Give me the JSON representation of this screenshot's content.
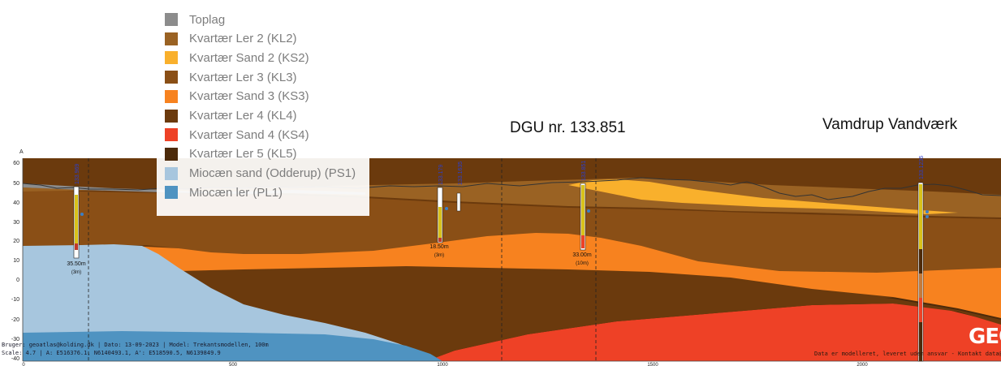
{
  "legend": [
    {
      "label": "Toplag",
      "color": "#8c8c8c"
    },
    {
      "label": "Kvartær Ler 2 (KL2)",
      "color": "#9a6223"
    },
    {
      "label": "Kvartær Sand 2 (KS2)",
      "color": "#f9b02c"
    },
    {
      "label": "Kvartær Ler 3 (KL3)",
      "color": "#8a4f16"
    },
    {
      "label": "Kvartær Sand 3 (KS3)",
      "color": "#f7821f"
    },
    {
      "label": "Kvartær Ler 4 (KL4)",
      "color": "#6b3a0d"
    },
    {
      "label": "Kvartær Sand 4 (KS4)",
      "color": "#ee4126"
    },
    {
      "label": "Kvartær Ler 5 (KL5)",
      "color": "#4c2a0a"
    },
    {
      "label": "Miocæn sand (Odderup) (PS1)",
      "color": "#a7c6de"
    },
    {
      "label": "Miocæn ler (PL1)",
      "color": "#4f93c1"
    }
  ],
  "labels": {
    "dgu": "DGU nr. 133.851",
    "vamdrup": "Vamdrup Vandværk"
  },
  "axes": {
    "y_title": "A",
    "y_ticks": [
      "60",
      "50",
      "40",
      "30",
      "20",
      "10",
      "0",
      "-10",
      "-20",
      "-30",
      "-40"
    ],
    "x_ticks": [
      "0",
      "500",
      "1000",
      "1500",
      "2000"
    ]
  },
  "boreholes": [
    {
      "id": "133.969",
      "depth_label": "35.50m",
      "sub_label": "(3m)"
    },
    {
      "id": "133.179",
      "depth_label": "18.50m",
      "sub_label": "(3m)"
    },
    {
      "id": "133.1635",
      "depth_label": "",
      "sub_label": ""
    },
    {
      "id": "133.851",
      "depth_label": "33.00m",
      "sub_label": "(10m)"
    },
    {
      "id": "133.1236",
      "depth_label": "",
      "sub_label": ""
    }
  ],
  "footer": {
    "line1": "Bruger: geoatlas@kolding.dk | Dato: 13-09-2023 | Model: Trekantsmodellen, 100m",
    "line2": "Scale: 4.7 | A: E516376.1, N6140493.1, A': E518590.5, N6139849.9",
    "right_note": "Data er modelleret, leveret uden ansvar - Kontakt data@geo.d",
    "logo": "GEO"
  }
}
